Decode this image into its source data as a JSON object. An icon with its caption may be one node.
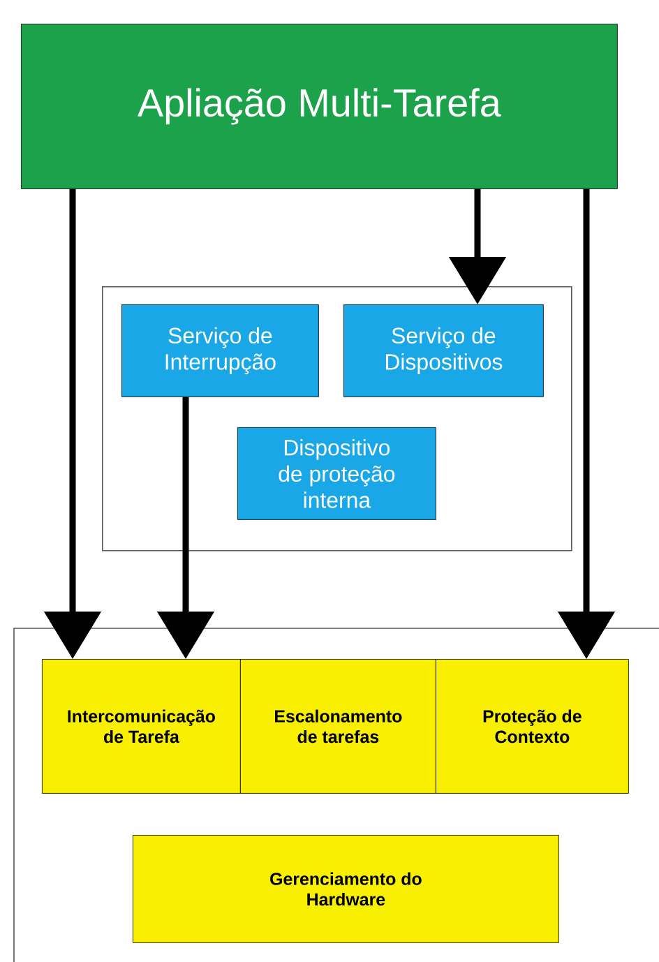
{
  "diagram": {
    "nodes": [
      {
        "text": [
          "Apliação Multi-Tarefa"
        ]
      },
      {
        "text": [],
        "shape": "box"
      },
      {
        "text": [
          "Serviço de Interrupção"
        ],
        "in": 1
      },
      {
        "text": [
          "Serviço de Dispositivos"
        ],
        "in": 1
      },
      {
        "text": [
          "Dispositivo de proteção interna"
        ],
        "in": 1
      },
      {
        "text": [],
        "shape": "box"
      },
      {
        "text": [
          "Intercomunicação de Tarefa"
        ],
        "in": 5
      },
      {
        "text": [
          "Escalonamento de tarefas"
        ],
        "in": 5
      },
      {
        "text": [
          "Proteção de Contexto"
        ],
        "in": 5
      },
      {
        "text": [
          "Gerenciamento do Hardware"
        ],
        "in": 5
      }
    ],
    "edges": [
      {
        "from": 0,
        "to": 6,
        "arrow": "to"
      },
      {
        "from": 0,
        "to": 3,
        "arrow": "to"
      },
      {
        "from": 0,
        "to": 8,
        "arrow": "to"
      },
      {
        "from": 2,
        "to": 6,
        "arrow": "to"
      }
    ]
  }
}
